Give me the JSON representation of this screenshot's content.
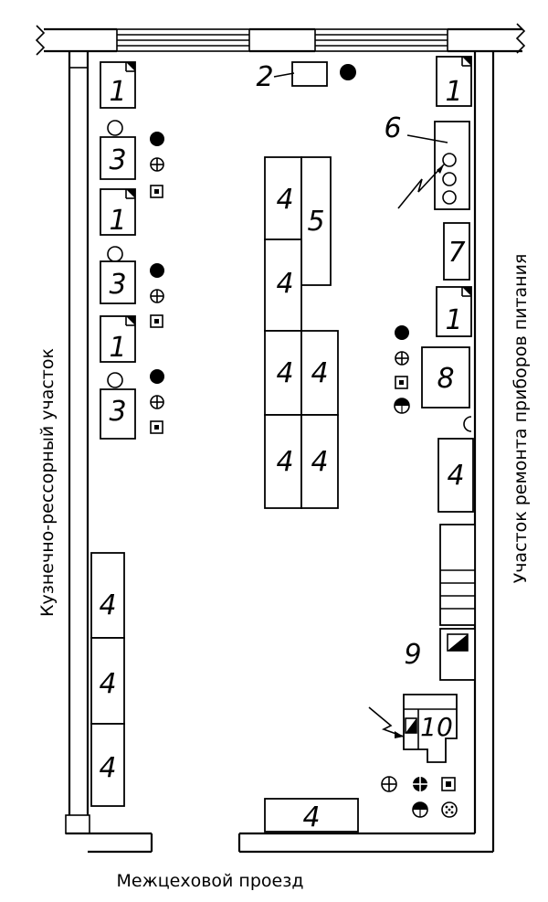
{
  "labels": {
    "left_side": "Кузнечно-рессорный участок",
    "right_side": "Участок ремонта приборов питания",
    "bottom": "Межцеховой проезд"
  },
  "numbers": {
    "n1": "1",
    "n2": "2",
    "n3": "3",
    "n4": "4",
    "n5": "5",
    "n6": "6",
    "n7": "7",
    "n8": "8",
    "n9": "9",
    "n10": "10"
  },
  "colors": {
    "line": "#000000",
    "background": "#ffffff"
  }
}
